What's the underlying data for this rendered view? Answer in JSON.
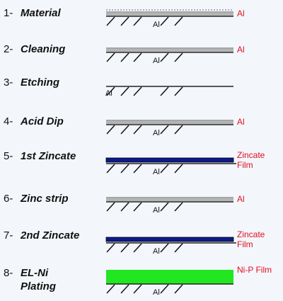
{
  "colors": {
    "background": "#f3f6fb",
    "thin_layer": "#b4b4b4",
    "zincate_layer": "#0b1a8c",
    "nip_layer": "#22e622",
    "label_red": "#e01020"
  },
  "steps": [
    {
      "number": "1-",
      "name": [
        "Material"
      ],
      "layer": "gray-dotted",
      "substrate_label": "Al",
      "right_label": [
        "Al"
      ]
    },
    {
      "number": "2-",
      "name": [
        "Cleaning"
      ],
      "layer": "gray",
      "substrate_label": "Al",
      "right_label": [
        "Al"
      ]
    },
    {
      "number": "3-",
      "name": [
        "Etching"
      ],
      "layer": "bare",
      "substrate_label": "Al",
      "right_label": []
    },
    {
      "number": "4-",
      "name": [
        "Acid Dip"
      ],
      "layer": "gray",
      "substrate_label": "Al",
      "right_label": [
        "Al"
      ]
    },
    {
      "number": "5-",
      "name": [
        "1st Zincate"
      ],
      "layer": "zincate",
      "substrate_label": "Al",
      "right_label": [
        "Zincate",
        "Film"
      ]
    },
    {
      "number": "6-",
      "name": [
        "Zinc strip"
      ],
      "layer": "gray",
      "substrate_label": "Al",
      "right_label": [
        "Al"
      ]
    },
    {
      "number": "7-",
      "name": [
        "2nd Zincate"
      ],
      "layer": "zincate",
      "substrate_label": "Al",
      "right_label": [
        "Zincate",
        "Film"
      ]
    },
    {
      "number": "8-",
      "name": [
        "EL-Ni",
        "Plating"
      ],
      "layer": "nip",
      "substrate_label": "Al",
      "right_label": [
        "Ni-P Film"
      ]
    }
  ]
}
